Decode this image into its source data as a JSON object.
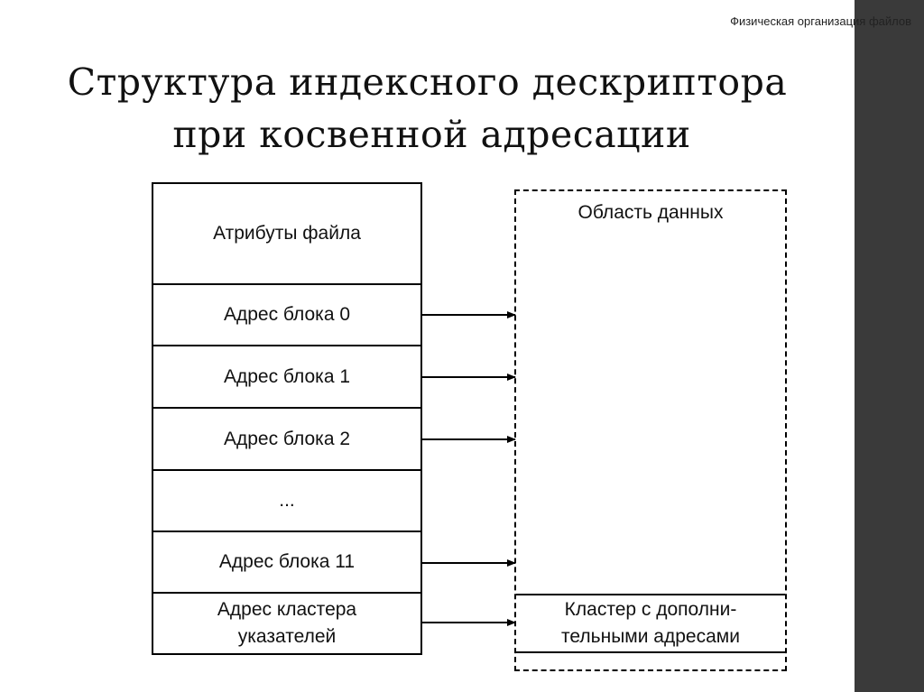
{
  "header": {
    "section_label": "Физическая организация файлов"
  },
  "title": {
    "line1": "Структура индексного дескриптора",
    "line2": "при косвенной адресации"
  },
  "descriptor": {
    "cells": [
      "Атрибуты файла",
      "Адрес блока 0",
      "Адрес блока 1",
      "Адрес блока 2",
      "...",
      "Адрес блока 11",
      "Адрес кластера указателей"
    ],
    "cluster_pointer_line1": "Адрес кластера",
    "cluster_pointer_line2": "указателей"
  },
  "data_area": {
    "title": "Область данных",
    "cluster_line1": "Кластер с дополни-",
    "cluster_line2": "тельными адресами"
  },
  "colors": {
    "side_bar": "#3a3a3a",
    "lines": "#000000",
    "background": "#ffffff"
  }
}
